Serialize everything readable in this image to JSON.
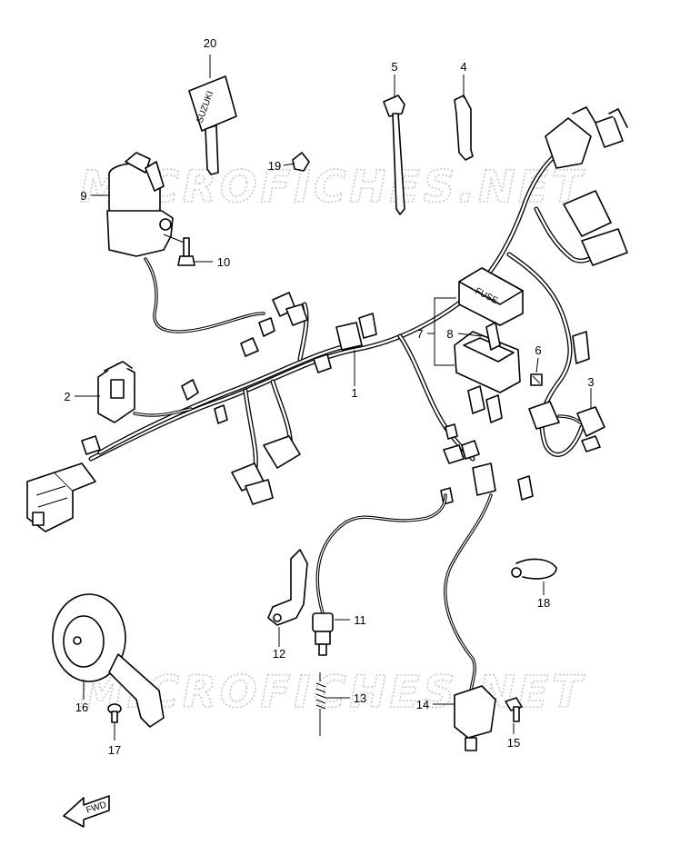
{
  "watermark": "MICROFICHES.NET",
  "key_brand": "SUZUKI",
  "fuse_text": "FUSE",
  "fwd_text": "FWD",
  "labels": {
    "p1": "1",
    "p2": "2",
    "p3": "3",
    "p4": "4",
    "p5": "5",
    "p6": "6",
    "p7": "7",
    "p8": "8",
    "p9": "9",
    "p10": "10",
    "p11": "11",
    "p12": "12",
    "p13": "13",
    "p14": "14",
    "p15": "15",
    "p16": "16",
    "p17": "17",
    "p18": "18",
    "p19": "19",
    "p20": "20"
  }
}
